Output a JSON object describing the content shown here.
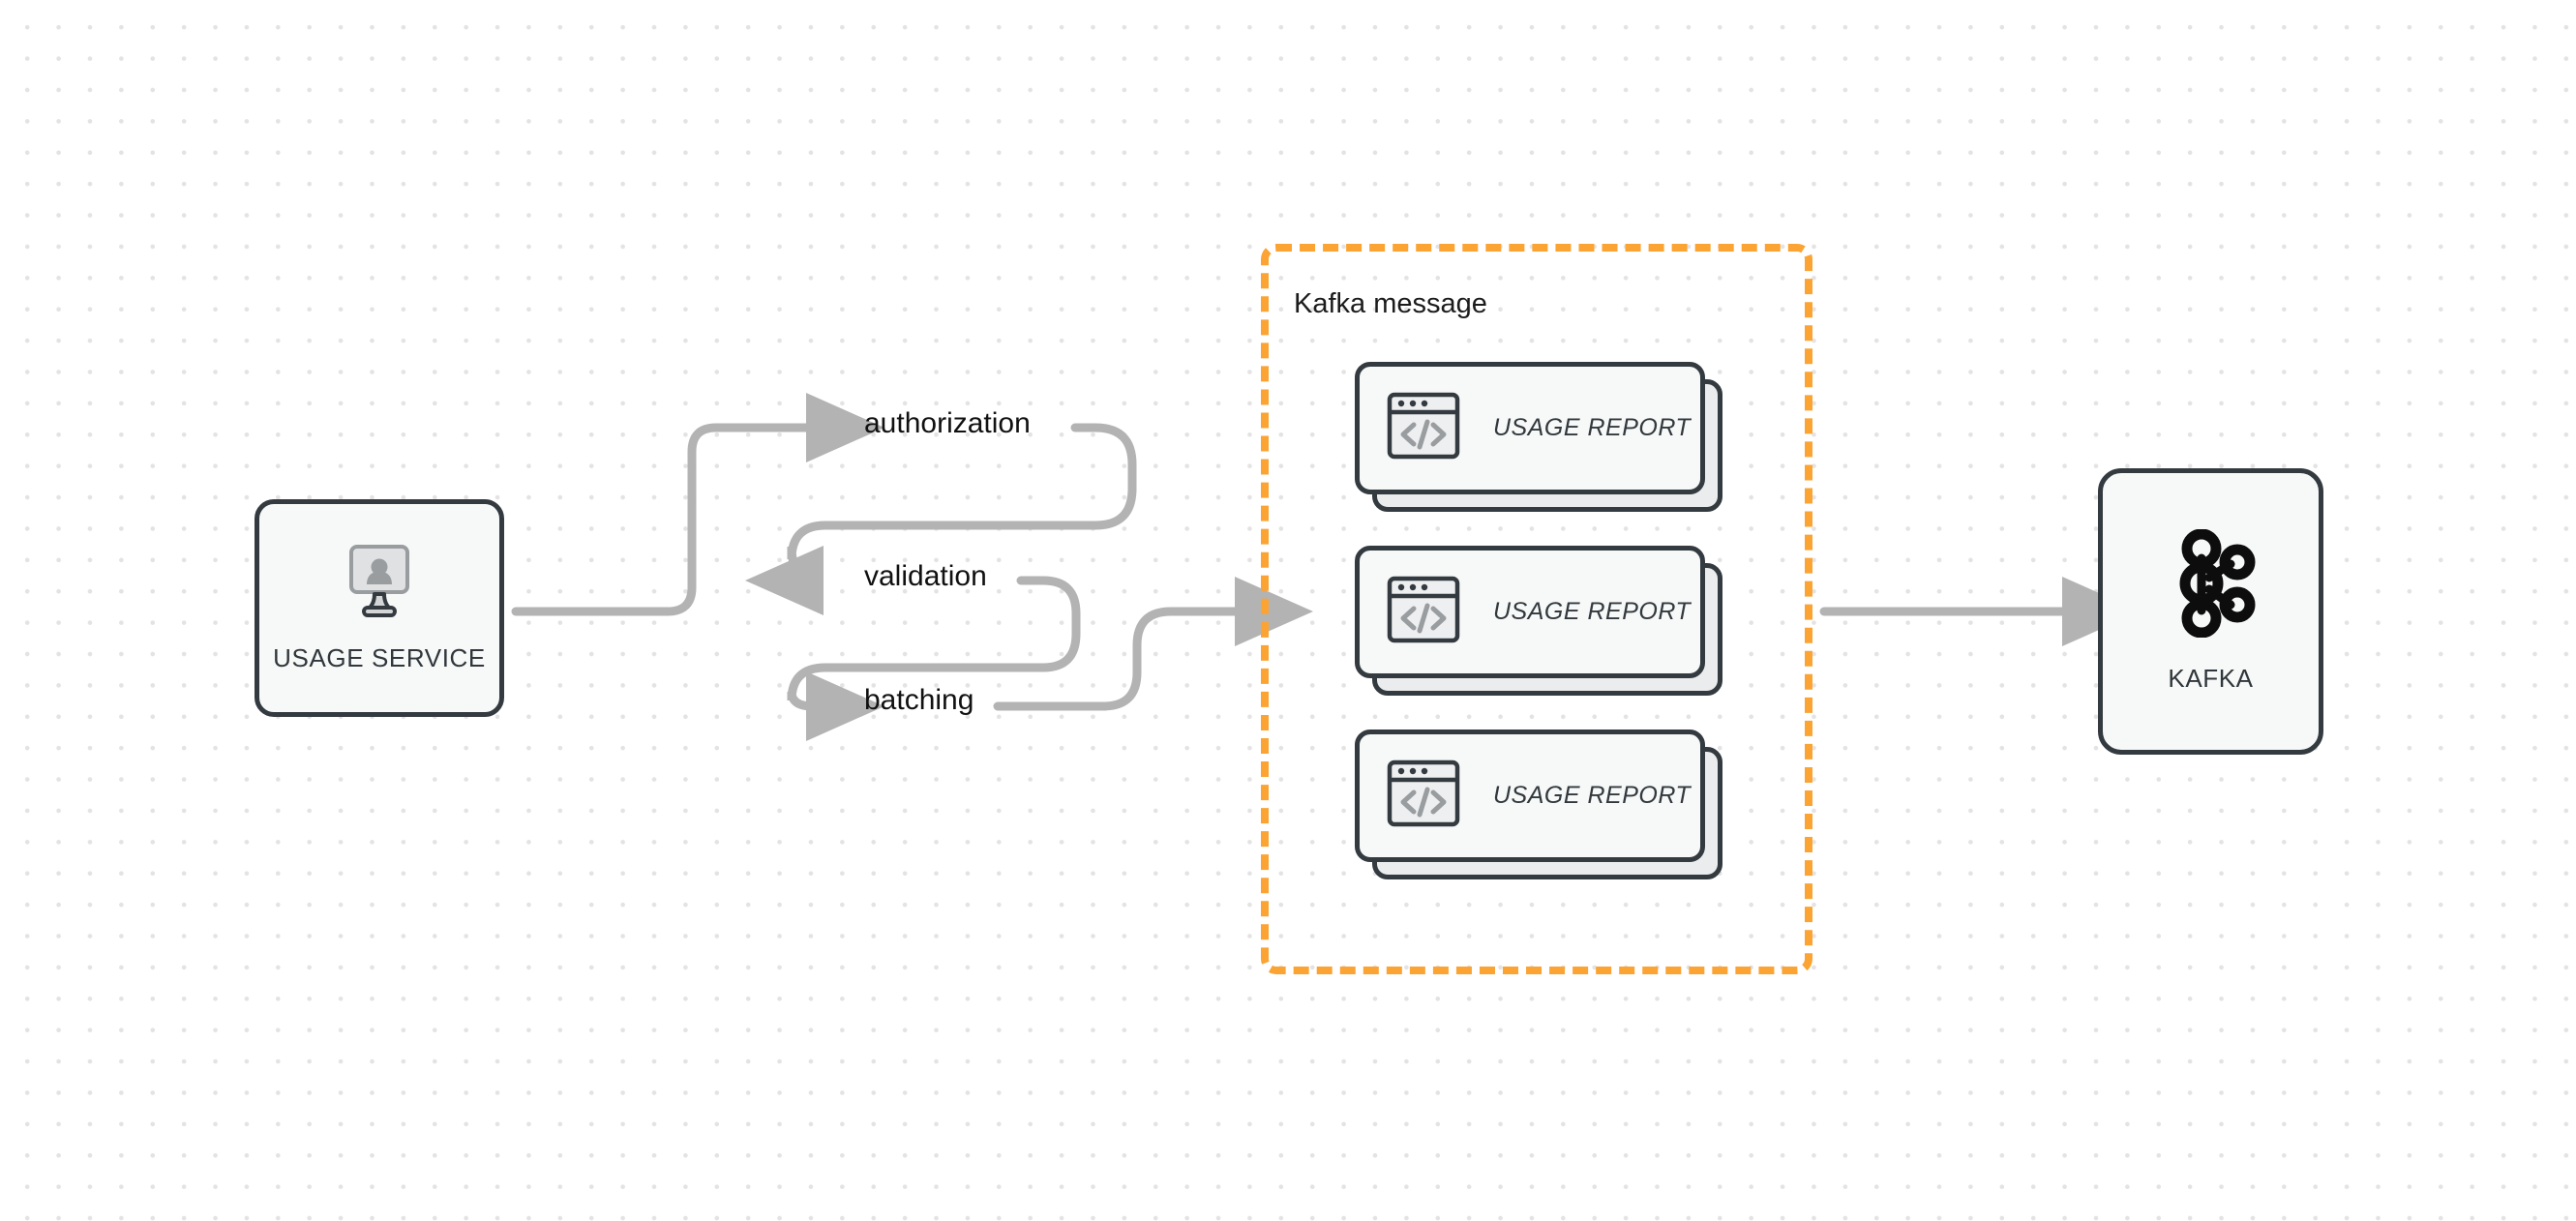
{
  "diagram": {
    "background": "dotted-grid",
    "accent_color": "#fba333",
    "node_stroke_color": "#333a40",
    "edge_color": "#b3b3b3"
  },
  "source_node": {
    "label": "USAGE SERVICE",
    "icon": "monitor-user-icon"
  },
  "pipeline_steps": [
    {
      "label": "authorization"
    },
    {
      "label": "validation"
    },
    {
      "label": "batching"
    }
  ],
  "group": {
    "title": "Kafka message",
    "border_color": "#fba333",
    "cards": [
      {
        "label": "USAGE REPORT",
        "icon": "code-window-icon"
      },
      {
        "label": "USAGE REPORT",
        "icon": "code-window-icon"
      },
      {
        "label": "USAGE REPORT",
        "icon": "code-window-icon"
      }
    ]
  },
  "target_node": {
    "label": "KAFKA",
    "icon": "kafka-logo-icon"
  }
}
